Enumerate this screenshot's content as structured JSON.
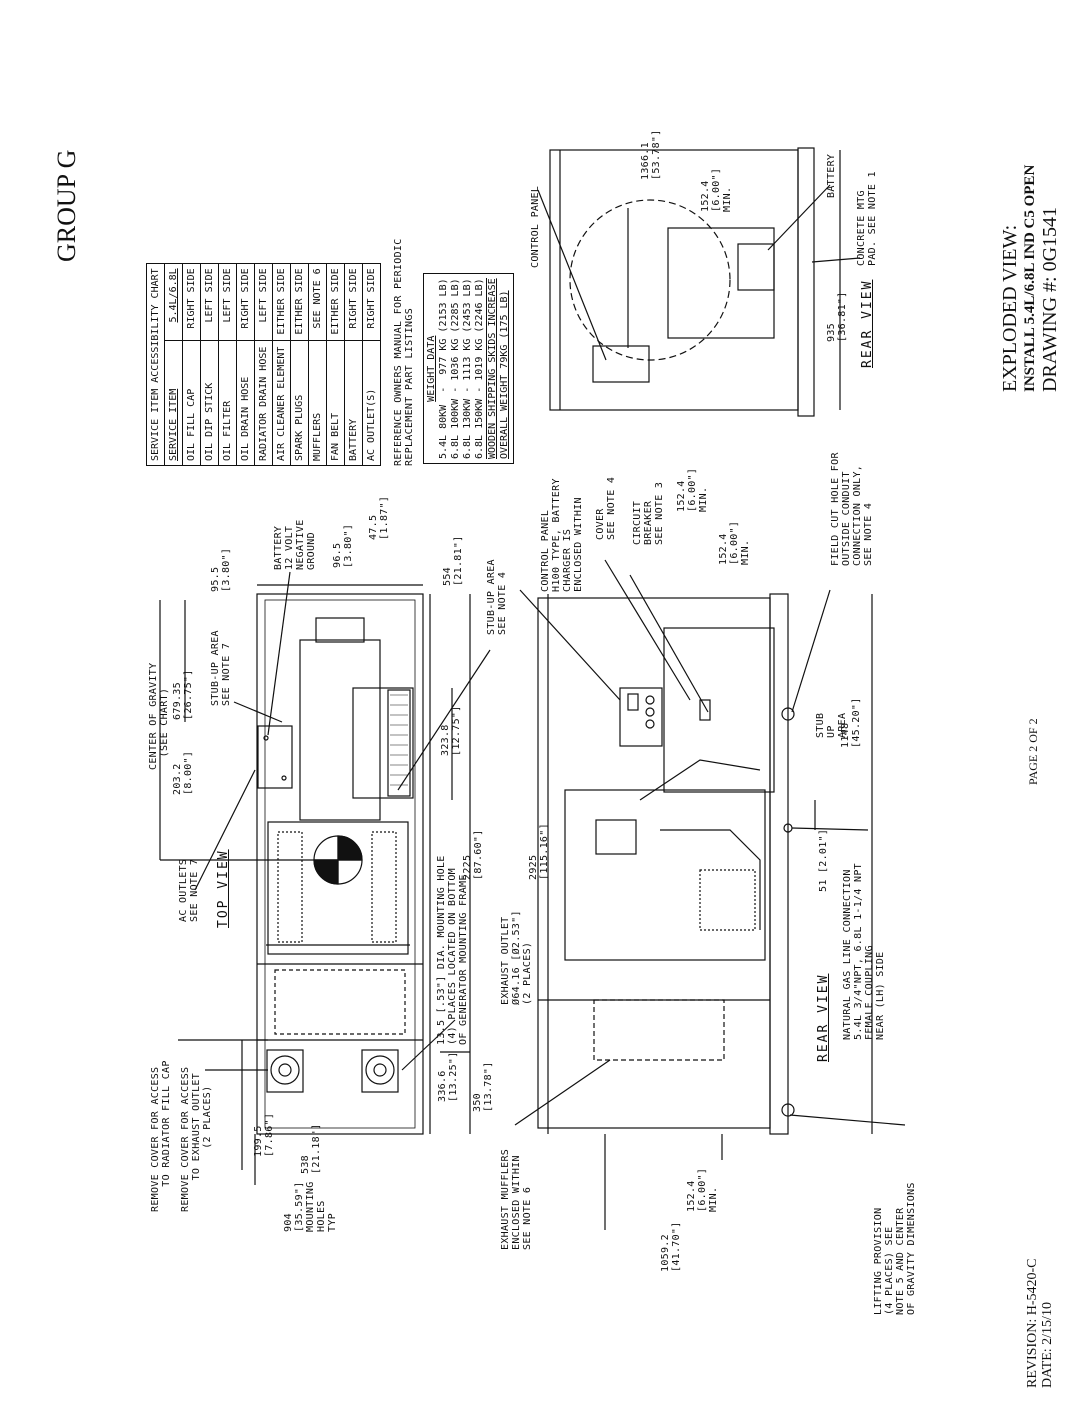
{
  "header": {
    "group": "GROUP G"
  },
  "footer": {
    "revision": "REVISION: H-5420-C",
    "date": "DATE: 2/15/10",
    "page": "PAGE 2 OF 2"
  },
  "title_block": {
    "title": "EXPLODED VIEW:",
    "subtitle": "INSTALL 5.4L/6.8L IND C5 OPEN",
    "drawing": "DRAWING #: 0G1541"
  },
  "service_chart": {
    "title": "SERVICE ITEM ACCESSIBILITY CHART",
    "head_item": "SERVICE ITEM",
    "head_side": "5.4L/6.8L",
    "rows": [
      {
        "item": "OIL FILL CAP",
        "side": "RIGHT SIDE"
      },
      {
        "item": "OIL DIP STICK",
        "side": "LEFT SIDE"
      },
      {
        "item": "OIL FILTER",
        "side": "LEFT SIDE"
      },
      {
        "item": "OIL DRAIN HOSE",
        "side": "RIGHT SIDE"
      },
      {
        "item": "RADIATOR DRAIN HOSE",
        "side": "LEFT SIDE"
      },
      {
        "item": "AIR CLEANER ELEMENT",
        "side": "EITHER SIDE"
      },
      {
        "item": "SPARK PLUGS",
        "side": "EITHER SIDE"
      },
      {
        "item": "MUFFLERS",
        "side": "SEE NOTE 6"
      },
      {
        "item": "FAN BELT",
        "side": "EITHER SIDE"
      },
      {
        "item": "BATTERY",
        "side": "RIGHT SIDE"
      },
      {
        "item": "AC OUTLET(S)",
        "side": "RIGHT SIDE"
      }
    ],
    "reference_1": "REFERENCE OWNERS MANUAL FOR PERIODIC",
    "reference_2": "REPLACEMENT PART LISTINGS"
  },
  "weight_data": {
    "title": "WEIGHT DATA",
    "rows": [
      "5.4L 80KW  -  977 KG (2153 LB)",
      "6.8L 100KW - 1036 KG (2285 LB)",
      "6.8L 130KW - 1113 KG (2453 LB)",
      "6.8L 150KW - 1019 KG (2246 LB)"
    ],
    "note_1": "WOODEN SHIPPING SKIDS INCREASE",
    "note_2": "OVERALL WEIGHT 79KG (175 LB)"
  },
  "top_view": {
    "title": "TOP VIEW",
    "labels": {
      "cog": "CENTER OF GRAVITY\n  (SEE CHART)",
      "stub7": "STUB-UP AREA\nSEE NOTE 7",
      "stub4": "STUB-UP AREA\nSEE NOTE 4",
      "battery": "BATTERY\n12 VOLT\nNEGATIVE\nGROUND",
      "ac": "AC OUTLETS\nSEE NOTE 7",
      "rad_cap": "REMOVE COVER FOR ACCESS\n    TO RADIATOR FILL CAP",
      "exh_outlet": "REMOVE COVER FOR ACCESS\n     TO EXHAUST OUTLET\n          (2 PLACES)",
      "mount_hole": "13.5 [.53\"] DIA. MOUNTING HOLE\n(4) PLACES LOCATED ON BOTTOM\nOF GENERATOR MOUNTING FRAME",
      "exh_dia": "EXHAUST OUTLET\nØ64.16 [Ø2.53\"]\n(2 PLACES)"
    },
    "dims": {
      "d203": "203.2\n[8.00\"]",
      "d679": "679.35\n[26.75\"]",
      "d95": "95.5\n[3.80\"]",
      "d96": "96.5\n[3.80\"]",
      "d47": "47.5\n[1.87\"]",
      "d554": "554\n[21.81\"]",
      "d323": "323.8\n[12.75\"]",
      "d2225": "2225\n[87.60\"]",
      "d2925": "2925\n[115.16\"]",
      "d336": "336.6\n[13.25\"]",
      "d350": "350\n[13.78\"]",
      "d1995": "199.5\n[7.86\"]",
      "d538": "538\n[21.18\"]",
      "d904": "904\n[35.59\"]\nMOUNTING\nHOLES\nTYP"
    }
  },
  "rear_view_side": {
    "title": "REAR VIEW",
    "labels": {
      "ctrl": "CONTROL PANEL\nH100 TYPE, BATTERY\nCHARGER IS\nENCLOSED WITHIN",
      "cover": "COVER\nSEE NOTE 4",
      "cb": "CIRCUIT\nBREAKER\nSEE NOTE 3",
      "field": "FIELD CUT HOLE FOR\nOUTSIDE CONDUIT\nCONNECTION ONLY,\nSEE NOTE 4",
      "stub": "STUB\nUP\nAREA",
      "gas": "NATURAL GAS LINE CONNECTION\n5.4L 3/4\"NPT, 6.8L 1-1/4 NPT\nFEMALE COUPLING\nNEAR (LH) SIDE",
      "muff": "EXHAUST MUFFLERS\nENCLOSED WITHIN\nSEE NOTE 6",
      "lift": "LIFTING PROVISION\n(4 PLACES) SEE\nNOTE 5 AND CENTER\nOF GRAVITY DIMENSIONS"
    },
    "dims": {
      "d152a": "152.4\n[6.00\"]\nMIN.",
      "d152b": "152.4\n[6.00\"]\nMIN.",
      "d152c": "152.4\n[6.00\"]\nMIN.",
      "d1148": "1148\n[45.20\"]",
      "d51": "51 [2.01\"]",
      "d1059": "1059.2\n[41.70\"]"
    }
  },
  "rear_view_end": {
    "title": "REAR VIEW",
    "labels": {
      "ctrl": "CONTROL PANEL",
      "battery": "BATTERY",
      "pad": "CONCRETE MTG\nPAD. SEE NOTE 1"
    },
    "dims": {
      "d1366": "1366.1\n[53.78\"]",
      "d152": "152.4\n[6.00\"]\nMIN.",
      "d935": "935\n[36.81\"]"
    }
  }
}
